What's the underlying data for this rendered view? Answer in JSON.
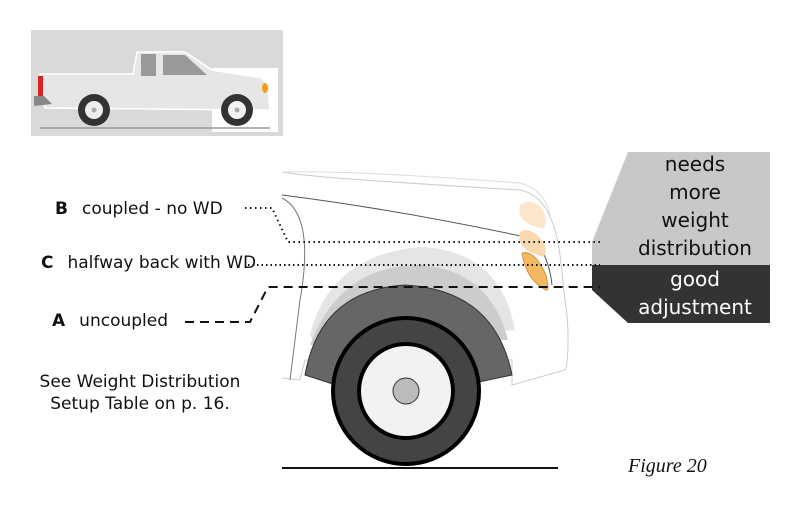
{
  "labels": {
    "b": {
      "key": "B",
      "text": "coupled - no WD"
    },
    "c": {
      "key": "C",
      "text": "halfway back with WD"
    },
    "a": {
      "key": "A",
      "text": "uncoupled"
    }
  },
  "note": {
    "line1": "See Weight Distribution",
    "line2": "Setup Table on p. 16."
  },
  "zones": {
    "needs_more": {
      "lines": [
        "needs",
        "more",
        "weight",
        "distribution"
      ],
      "color": "#c8c8c8"
    },
    "good": {
      "lines": [
        "good",
        "adjustment"
      ],
      "color": "#333333"
    }
  },
  "caption": "Figure 20"
}
